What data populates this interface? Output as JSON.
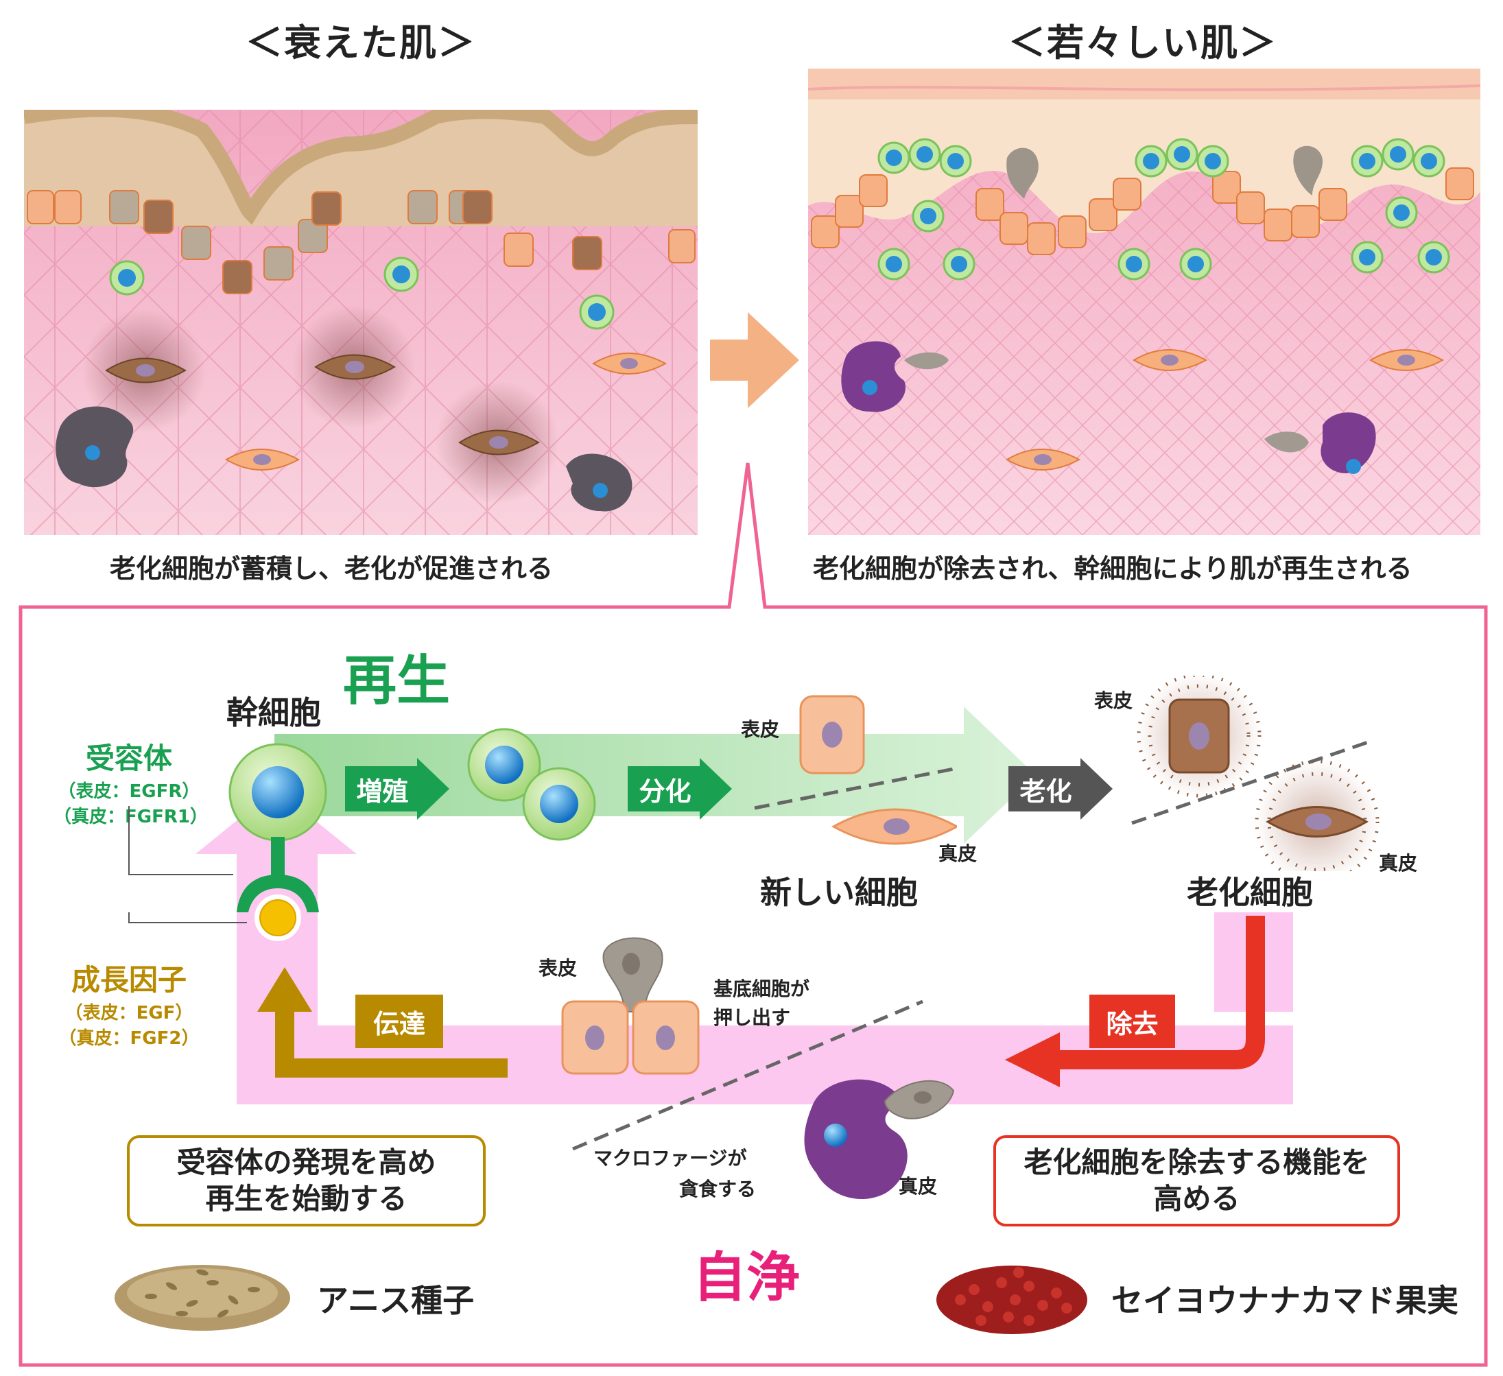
{
  "top": {
    "left_title": "＜衰えた肌＞",
    "right_title": "＜若々しい肌＞",
    "left_caption": "老化細胞が蓄積し、老化が促進される",
    "right_caption": "老化細胞が除去され、幹細胞により肌が再生される"
  },
  "cycle": {
    "regeneration_title": "再生",
    "purification_title": "自浄",
    "stem_cell_label": "幹細胞",
    "receptor": {
      "title": "受容体",
      "line1": "（表皮：EGFR）",
      "line2": "（真皮：FGFR1）"
    },
    "growth_factor": {
      "title": "成長因子",
      "line1": "（表皮：EGF）",
      "line2": "（真皮：FGF2）"
    },
    "proliferation_label": "増殖",
    "differentiation_label": "分化",
    "aging_label": "老化",
    "removal_label": "除去",
    "transmission_label": "伝達",
    "new_cells_label": "新しい細胞",
    "senescent_cells_label": "老化細胞",
    "epidermis": "表皮",
    "dermis": "真皮",
    "basal_push_line1": "基底細胞が",
    "basal_push_line2": "押し出す",
    "macrophage_line1": "マクロファージが",
    "macrophage_line2": "貪食する",
    "left_box_line1": "受容体の発現を高め",
    "left_box_line2": "再生を始動する",
    "right_box_line1": "老化細胞を除去する機能を",
    "right_box_line2": "高める",
    "ingredient_left": "アニス種子",
    "ingredient_right": "セイヨウナナカマド果実"
  },
  "colors": {
    "green": "#19a050",
    "gold": "#b88a00",
    "red": "#e63323",
    "pink_border": "#f06292",
    "pink_title": "#e8207a",
    "dark_gray": "#555555"
  }
}
